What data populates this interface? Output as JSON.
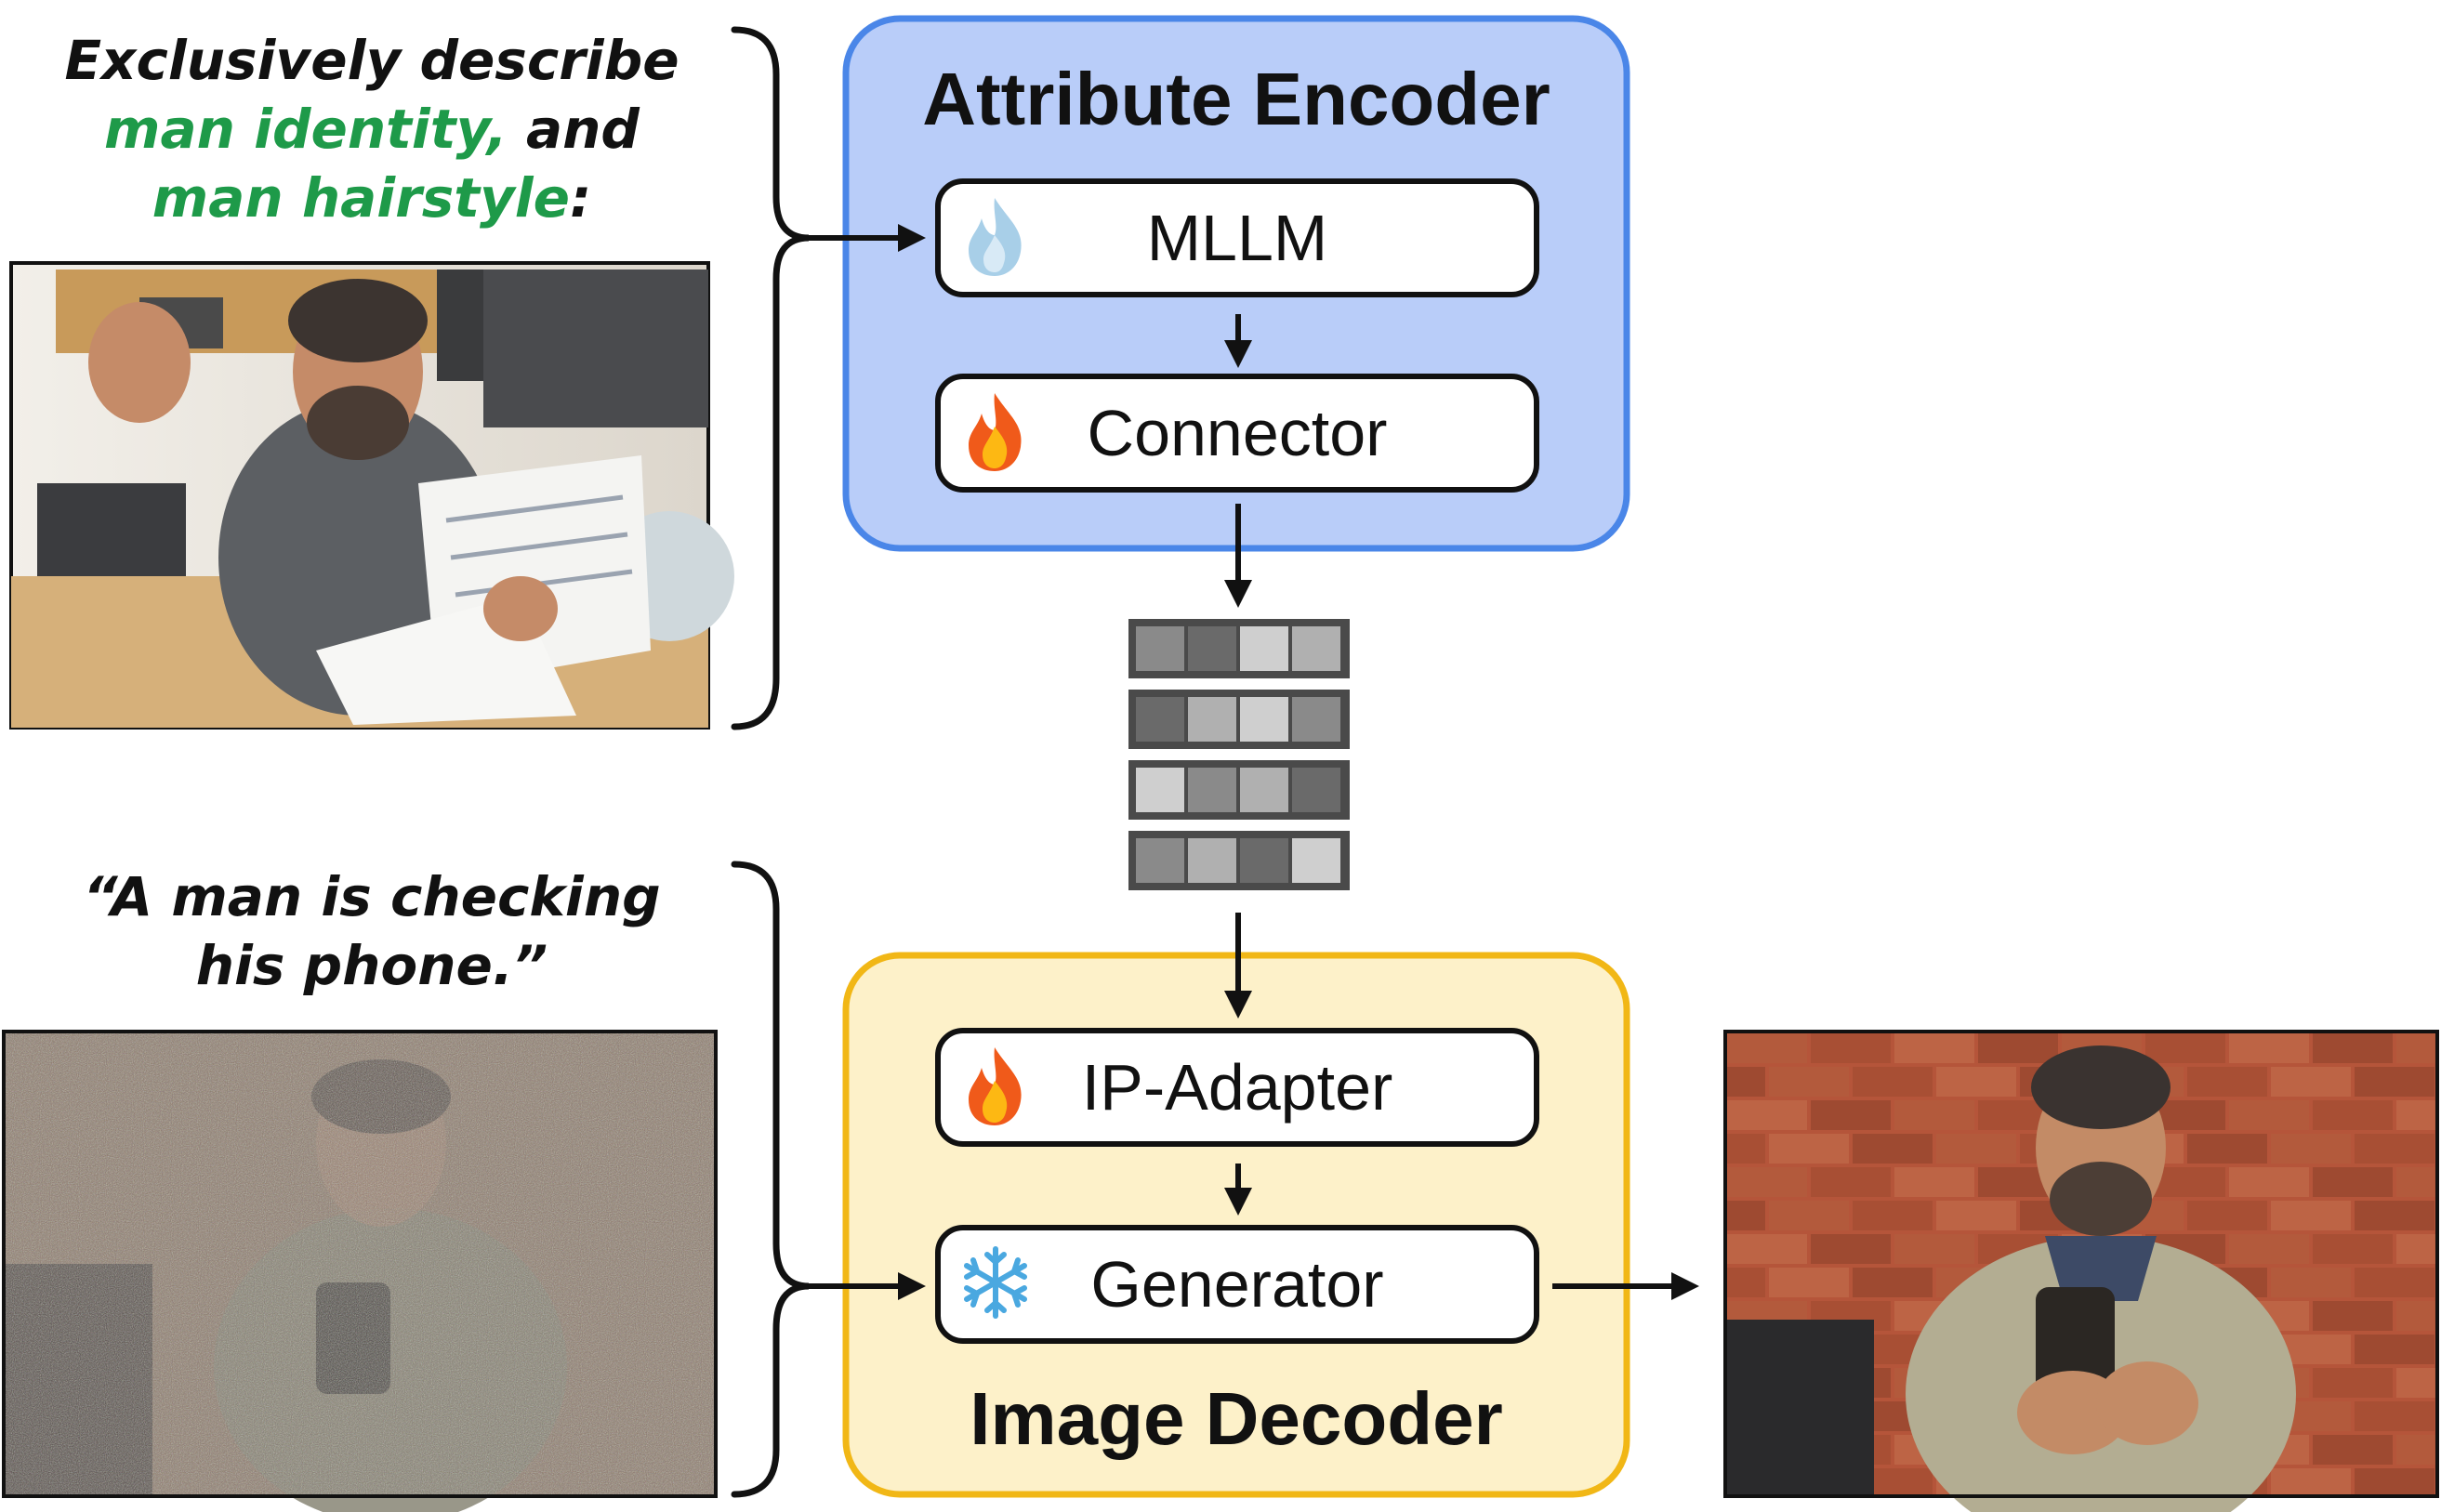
{
  "encoder": {
    "title": "Attribute Encoder",
    "mllm_label": "MLLM",
    "connector_label": "Connector",
    "color_bg": "#b9cdf9",
    "color_border": "#4a86e8"
  },
  "decoder": {
    "title": "Image Decoder",
    "ipadapter_label": "IP-Adapter",
    "generator_label": "Generator",
    "color_bg": "#fdf1c9",
    "color_border": "#f1b716"
  },
  "prompt_top": {
    "line1": "Exclusively describe",
    "line2_green": "man identity,",
    "line2_black": " and",
    "line3_green": "man hairstyle",
    "line3_black": ":"
  },
  "prompt_bottom": {
    "line1": "“A man is checking",
    "line2": "his phone.”"
  },
  "icons": {
    "mllm": "frozen-flame-icon",
    "connector": "flame-icon",
    "ipadapter": "flame-icon",
    "generator": "snowflake-icon"
  },
  "token_grid": [
    [
      "#8a8a8a",
      "#6a6a6a",
      "#cfcfcf",
      "#b0b0b0"
    ],
    [
      "#6a6a6a",
      "#b0b0b0",
      "#cfcfcf",
      "#8a8a8a"
    ],
    [
      "#cfcfcf",
      "#8a8a8a",
      "#b0b0b0",
      "#6a6a6a"
    ],
    [
      "#8a8a8a",
      "#b0b0b0",
      "#6a6a6a",
      "#cfcfcf"
    ]
  ]
}
